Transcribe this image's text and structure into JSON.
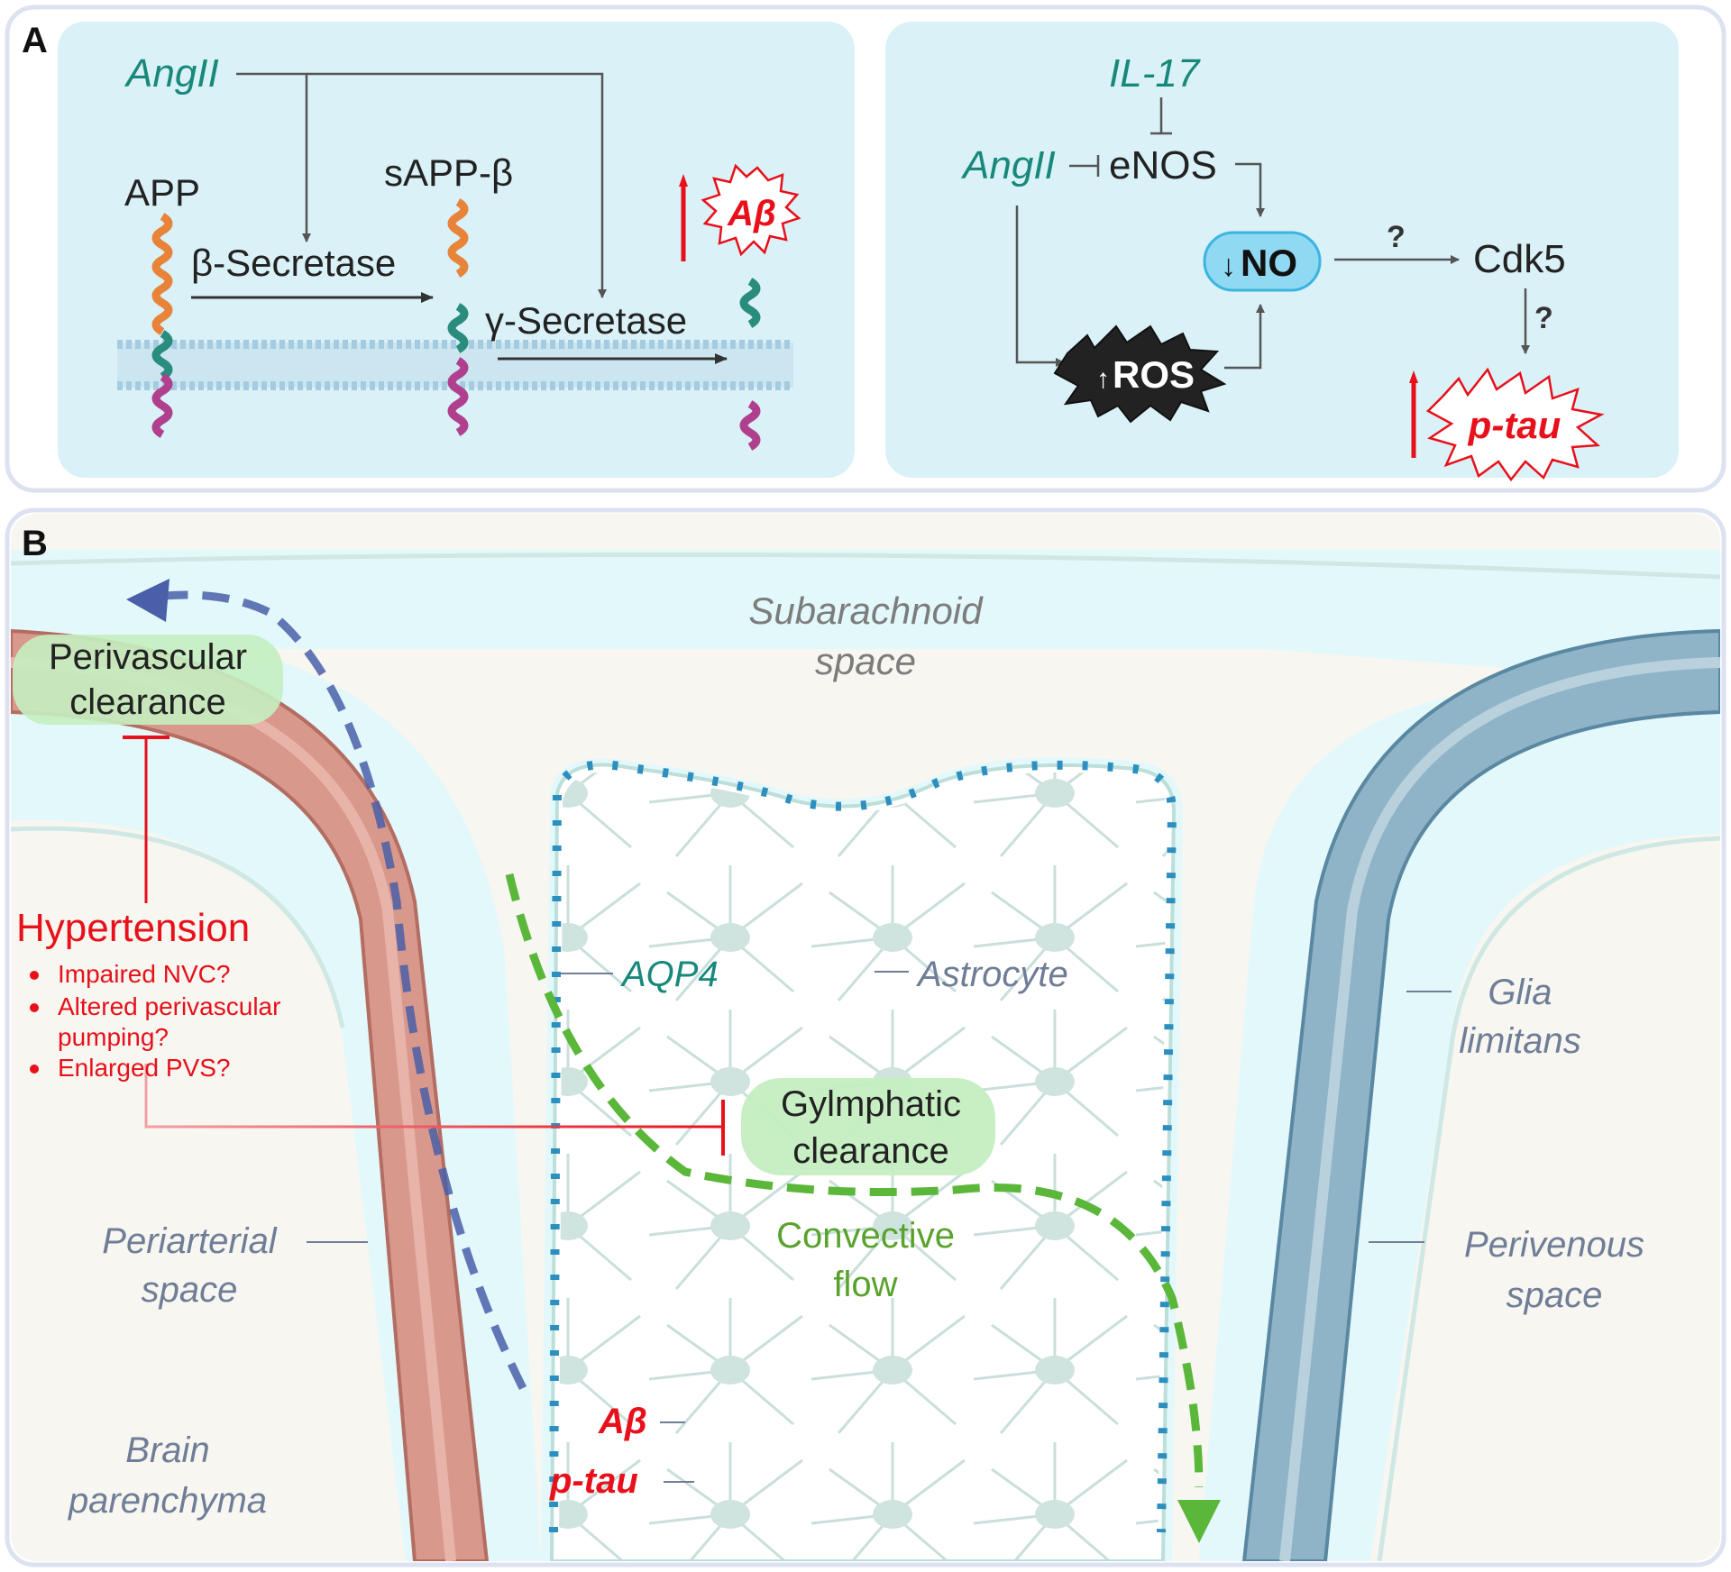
{
  "panel_a": {
    "label": "A",
    "left": {
      "angii": "AngII",
      "app": "APP",
      "beta_secretase": "β-Secretase",
      "sapp_beta": "sAPP-β",
      "gamma_secretase": "γ-Secretase",
      "abeta": "Aβ"
    },
    "right": {
      "il17": "IL-17",
      "angii": "AngII",
      "enos": "eNOS",
      "no": "NO",
      "ros": "ROS",
      "cdk5": "Cdk5",
      "question": "?",
      "ptau": "p-tau"
    }
  },
  "panel_b": {
    "label": "B",
    "subarachnoid_1": "Subarachnoid",
    "subarachnoid_2": "space",
    "perivascular_1": "Perivascular",
    "perivascular_2": "clearance",
    "hypertension": "Hypertension",
    "bullets": [
      "Impaired NVC?",
      "Altered perivascular",
      "pumping?",
      "Enlarged PVS?"
    ],
    "aqp4": "AQP4",
    "astrocyte": "Astrocyte",
    "gylmphatic_1": "Gylmphatic",
    "gylmphatic_2": "clearance",
    "convective_1": "Convective",
    "convective_2": "flow",
    "glia_1": "Glia",
    "glia_2": "limitans",
    "periarterial_1": "Periarterial",
    "periarterial_2": "space",
    "perivenous_1": "Perivenous",
    "perivenous_2": "space",
    "brain_1": "Brain",
    "brain_2": "parenchyma",
    "abeta": "Aβ",
    "ptau": "p-tau"
  },
  "colors": {
    "panel_bg": "#d9f1f7",
    "teal_text": "#17887a",
    "red": "#e8101a",
    "grey_label": "#6f7d96",
    "green_label": "#5aa22e",
    "artery": "#d9988c",
    "vein": "#8fb4c7",
    "csf": "#e3f8fb",
    "parenchyma": "#f7f6f1"
  }
}
